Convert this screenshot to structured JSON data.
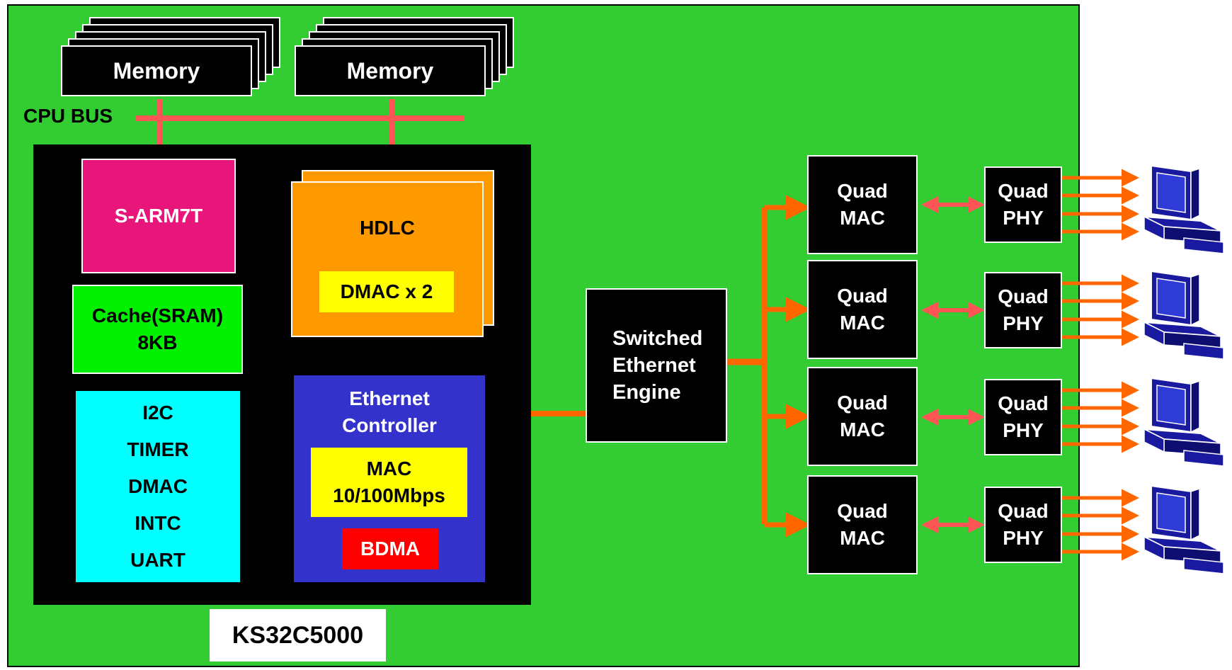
{
  "memory": [
    {
      "label": "Memory"
    },
    {
      "label": "Memory"
    }
  ],
  "bus": {
    "label": "CPU BUS"
  },
  "chip": {
    "name": "KS32C5000",
    "cpu": "S-ARM7T",
    "cache": [
      "Cache(SRAM)",
      "8KB"
    ],
    "peripherals": [
      "I2C",
      "TIMER",
      "DMAC",
      "INTC",
      "UART"
    ],
    "hdlc": {
      "label": "HDLC",
      "dmac": "DMAC x 2"
    },
    "ethernet_controller": {
      "title": [
        "Ethernet",
        "Controller"
      ],
      "mac": [
        "MAC",
        "10/100Mbps"
      ],
      "bdma": "BDMA"
    }
  },
  "switch_engine": [
    "Switched",
    "Ethernet",
    "Engine"
  ],
  "quad_macs": [
    {
      "line1": "Quad",
      "line2": "MAC"
    },
    {
      "line1": "Quad",
      "line2": "MAC"
    },
    {
      "line1": "Quad",
      "line2": "MAC"
    },
    {
      "line1": "Quad",
      "line2": "MAC"
    }
  ],
  "quad_phys": [
    {
      "line1": "Quad",
      "line2": "PHY"
    },
    {
      "line1": "Quad",
      "line2": "PHY"
    },
    {
      "line1": "Quad",
      "line2": "PHY"
    },
    {
      "line1": "Quad",
      "line2": "PHY"
    }
  ],
  "colors": {
    "board": "#33cc33",
    "bus": "#ff5555",
    "link": "#ff6600",
    "computer": "#1a1aa0"
  },
  "icons": [
    "computer-icon",
    "computer-icon",
    "computer-icon",
    "computer-icon"
  ]
}
